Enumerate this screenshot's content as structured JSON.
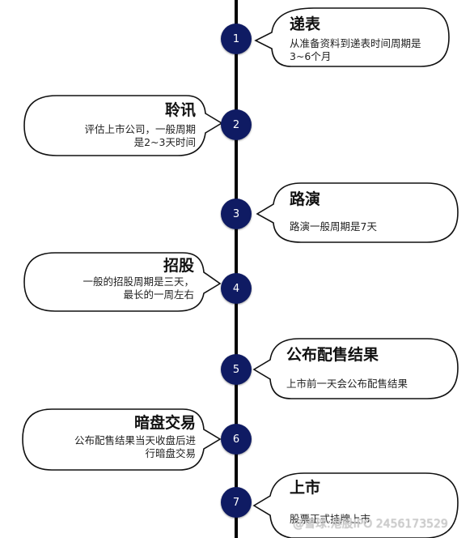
{
  "steps": [
    {
      "num": "1",
      "title": "递表",
      "desc_lines": [
        "从准备资料到递表时间周期是",
        "3~6个月"
      ],
      "side": "right"
    },
    {
      "num": "2",
      "title": "聆讯",
      "desc_lines": [
        "评估上市公司，一般周期",
        "是2~3天时间"
      ],
      "side": "left"
    },
    {
      "num": "3",
      "title": "路演",
      "desc_lines": [
        "路演一般周期是7天"
      ],
      "side": "right"
    },
    {
      "num": "4",
      "title": "招股",
      "desc_lines": [
        "一般的招股周期是三天，",
        "最长的一周左右"
      ],
      "side": "left"
    },
    {
      "num": "5",
      "title": "公布配售结果",
      "desc_lines": [
        "上市前一天会公布配售结果"
      ],
      "side": "right"
    },
    {
      "num": "6",
      "title": "暗盘交易",
      "desc_lines": [
        "公布配售结果当天收盘后进",
        "行暗盘交易"
      ],
      "side": "left"
    },
    {
      "num": "7",
      "title": "上市",
      "desc_lines": [
        "股票正式挂牌上市"
      ],
      "side": "right"
    }
  ],
  "watermark": "@雪球:港股IPO 2456173529",
  "colors": {
    "node": "#0f1b63",
    "spine": "#000000"
  }
}
